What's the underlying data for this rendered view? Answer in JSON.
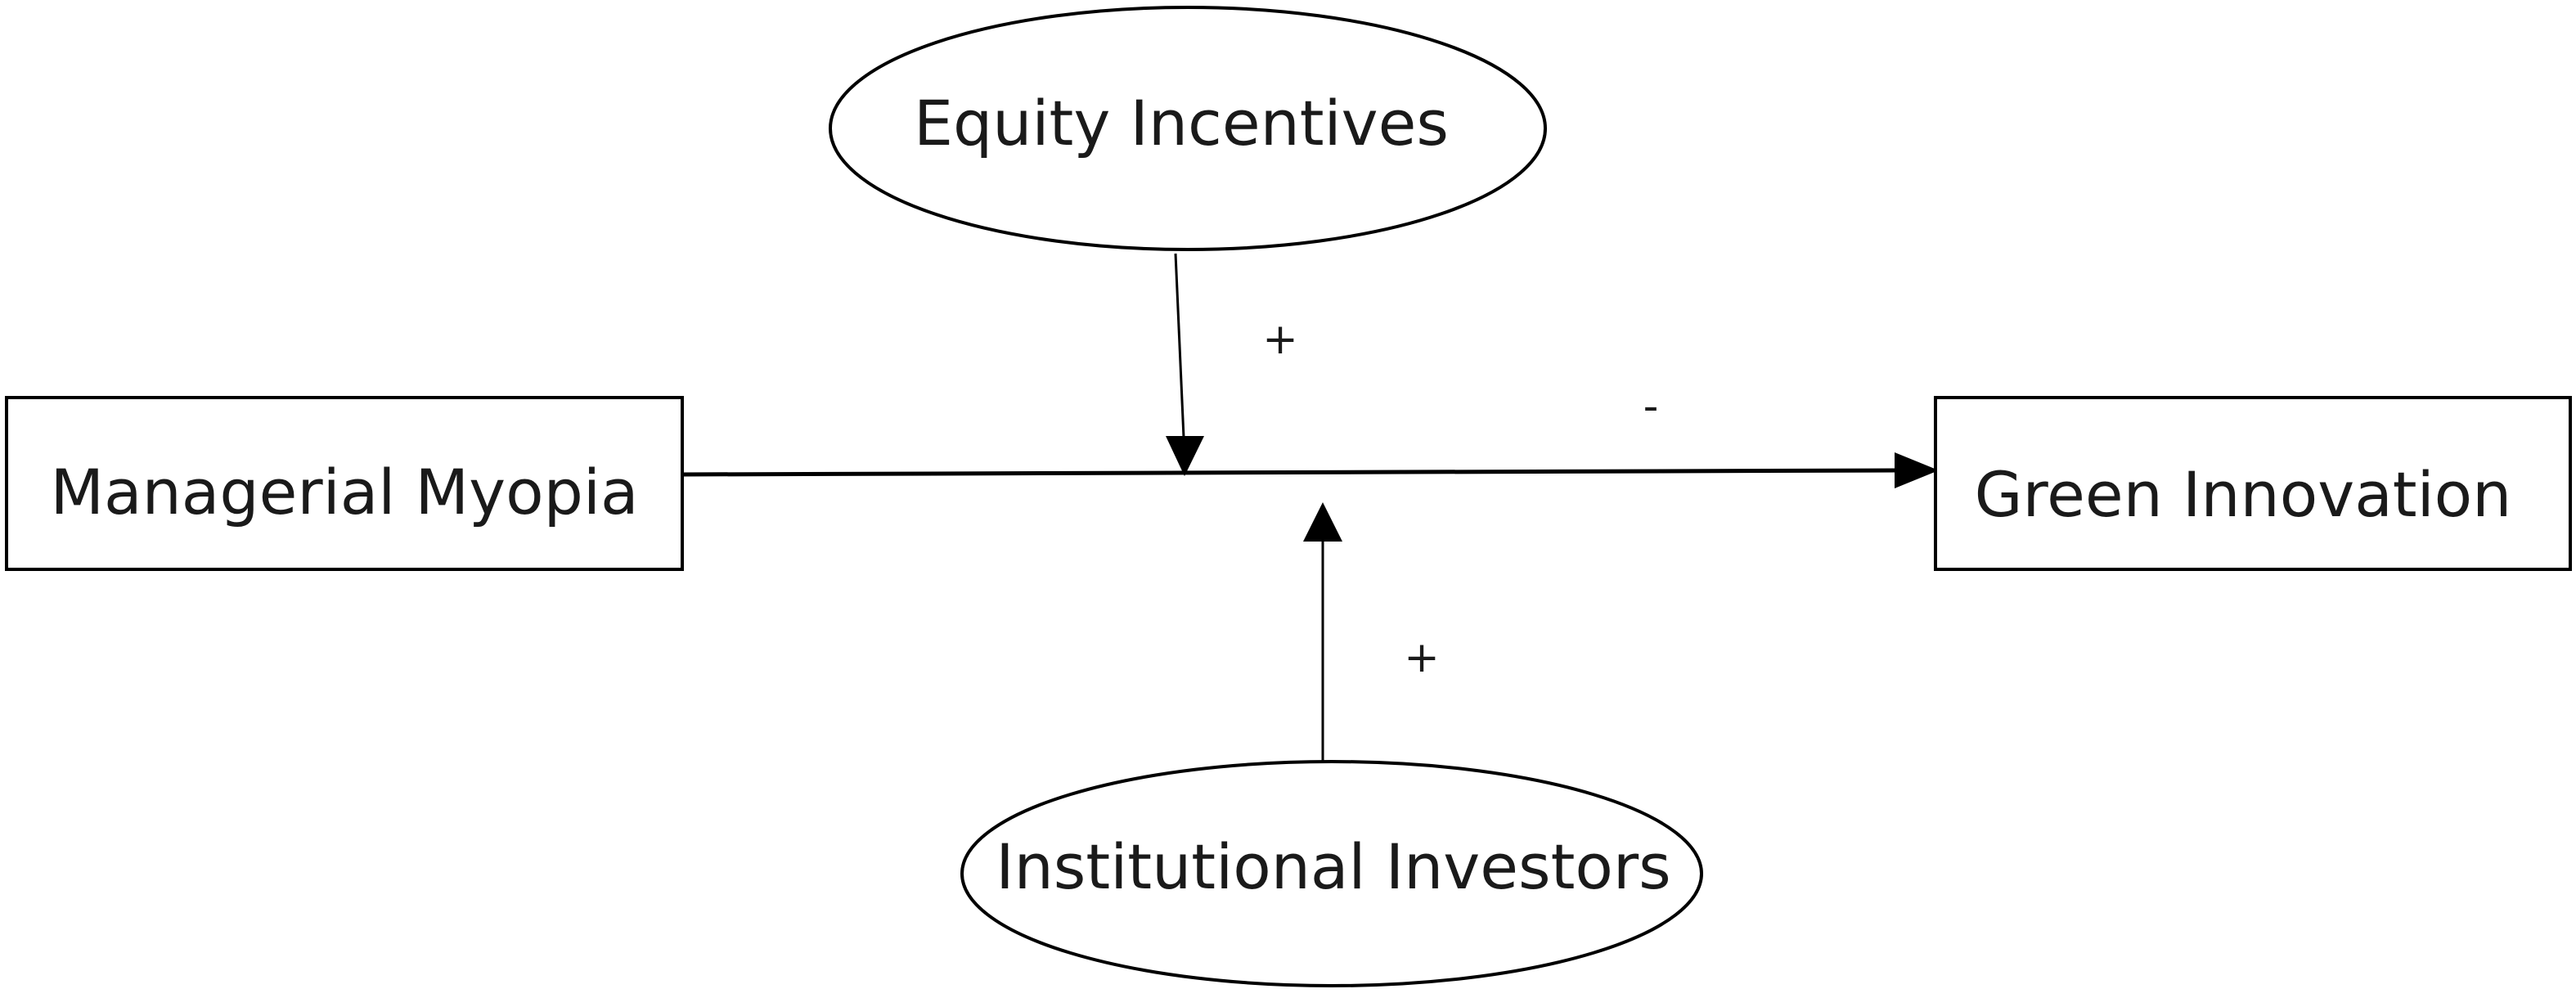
{
  "nodes": {
    "managerial_myopia": "Managerial Myopia",
    "green_innovation": "Green Innovation",
    "equity_incentives": "Equity Incentives",
    "institutional_investors": "Institutional Investors"
  },
  "edges": {
    "main_effect_sign": "-",
    "equity_incentives_sign": "+",
    "institutional_investors_sign": "+"
  },
  "colors": {
    "stroke": "#000000",
    "text": "#1a1a1a",
    "background": "#ffffff"
  }
}
